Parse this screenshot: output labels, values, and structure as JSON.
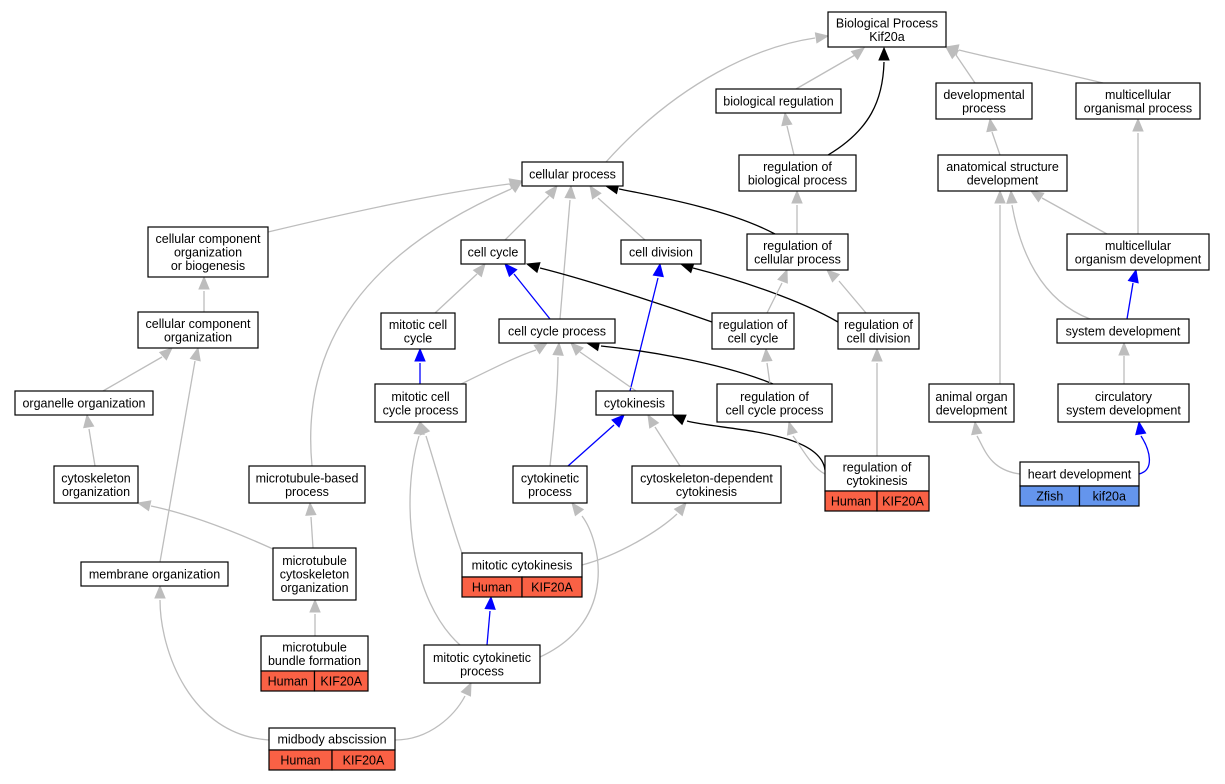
{
  "colors": {
    "gray": "#bdbdbd",
    "black": "#000000",
    "blue": "#0000ff",
    "human": "#fa6145",
    "zfish": "#6495ed"
  },
  "nodes": {
    "root": [
      "Biological Process",
      "Kif20a"
    ],
    "biological_regulation": [
      "biological regulation"
    ],
    "developmental_process": [
      "developmental",
      "process"
    ],
    "multicellular_organismal_process": [
      "multicellular",
      "organismal process"
    ],
    "cellular_process": [
      "cellular process"
    ],
    "regulation_of_biological_process": [
      "regulation of",
      "biological process"
    ],
    "anatomical_structure_development": [
      "anatomical structure",
      "development"
    ],
    "cellular_component_organization_or_biogenesis": [
      "cellular component",
      "organization",
      "or biogenesis"
    ],
    "cell_cycle": [
      "cell cycle"
    ],
    "cell_division": [
      "cell division"
    ],
    "regulation_of_cellular_process": [
      "regulation of",
      "cellular process"
    ],
    "multicellular_organism_development": [
      "multicellular",
      "organism development"
    ],
    "cellular_component_organization": [
      "cellular component",
      "organization"
    ],
    "mitotic_cell_cycle": [
      "mitotic cell",
      "cycle"
    ],
    "cell_cycle_process": [
      "cell cycle process"
    ],
    "regulation_of_cell_cycle": [
      "regulation of",
      "cell cycle"
    ],
    "regulation_of_cell_division": [
      "regulation of",
      "cell division"
    ],
    "system_development": [
      "system development"
    ],
    "organelle_organization": [
      "organelle organization"
    ],
    "mitotic_cell_cycle_process": [
      "mitotic cell",
      "cycle process"
    ],
    "cytokinesis": [
      "cytokinesis"
    ],
    "regulation_of_cell_cycle_process": [
      "regulation of",
      "cell cycle process"
    ],
    "animal_organ_development": [
      "animal organ",
      "development"
    ],
    "circulatory_system_development": [
      "circulatory",
      "system development"
    ],
    "regulation_of_cytokinesis": [
      "regulation of",
      "cytokinesis"
    ],
    "heart_development": [
      "heart development"
    ],
    "cytoskeleton_organization": [
      "cytoskeleton",
      "organization"
    ],
    "microtubule_based_process": [
      "microtubule-based",
      "process"
    ],
    "cytokinetic_process": [
      "cytokinetic",
      "process"
    ],
    "cytoskeleton_dependent_cytokinesis": [
      "cytoskeleton-dependent",
      "cytokinesis"
    ],
    "mitotic_cytokinesis": [
      "mitotic cytokinesis"
    ],
    "membrane_organization": [
      "membrane organization"
    ],
    "microtubule_cytoskeleton_organization": [
      "microtubule",
      "cytoskeleton",
      "organization"
    ],
    "mitotic_cytokinetic_process": [
      "mitotic cytokinetic",
      "process"
    ],
    "microtubule_bundle_formation": [
      "microtubule",
      "bundle formation"
    ],
    "midbody_abscission": [
      "midbody abscission"
    ]
  },
  "annotations": {
    "regulation_of_cytokinesis": [
      "Human",
      "KIF20A"
    ],
    "heart_development": [
      "Zfish",
      "kif20a"
    ],
    "mitotic_cytokinesis": [
      "Human",
      "KIF20A"
    ],
    "microtubule_bundle_formation": [
      "Human",
      "KIF20A"
    ],
    "midbody_abscission": [
      "Human",
      "KIF20A"
    ]
  }
}
